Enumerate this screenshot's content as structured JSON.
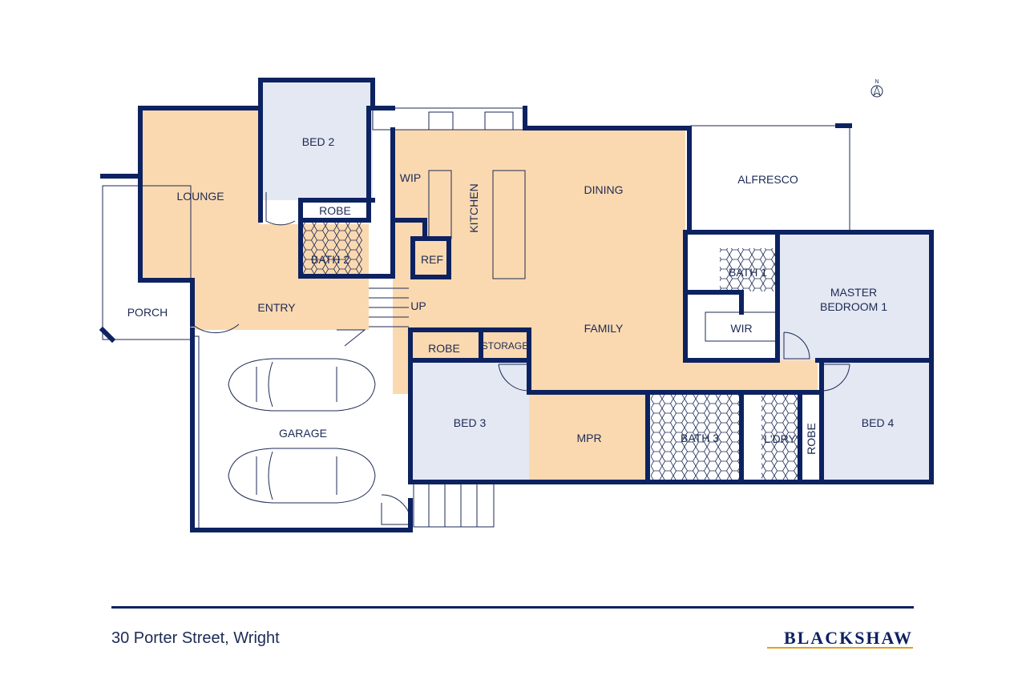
{
  "colors": {
    "wall": "#0d2260",
    "living_fill": "#fbd9b0",
    "bedroom_fill": "#e4e8f3",
    "outdoor_fill": "#ffffff",
    "label": "#1c2a55",
    "accent": "#e0a020"
  },
  "rooms": {
    "lounge": "LOUNGE",
    "bed2": "BED 2",
    "robe_bed2": "ROBE",
    "bath2": "BATH 2",
    "wip": "WIP",
    "kitchen": "KITCHEN",
    "ref": "REF",
    "dining": "DINING",
    "alfresco": "ALFRESCO",
    "porch": "PORCH",
    "entry": "ENTRY",
    "up": "UP",
    "family": "FAMILY",
    "robe_bed3": "ROBE",
    "storage": "STORAGE",
    "garage": "GARAGE",
    "bed3": "BED 3",
    "mpr": "MPR",
    "bath3": "BATH 3",
    "laundry": "L'DRY",
    "robe_bed4": "ROBE",
    "bed4": "BED 4",
    "bath1": "BATH 1",
    "wir": "WIR",
    "master_line1": "MASTER",
    "master_line2": "BEDROOM 1"
  },
  "compass": {
    "label": "N",
    "icon": "north-arrow-icon"
  },
  "footer": {
    "address": "30 Porter Street, Wright",
    "brand": "BLACKSHAW"
  }
}
